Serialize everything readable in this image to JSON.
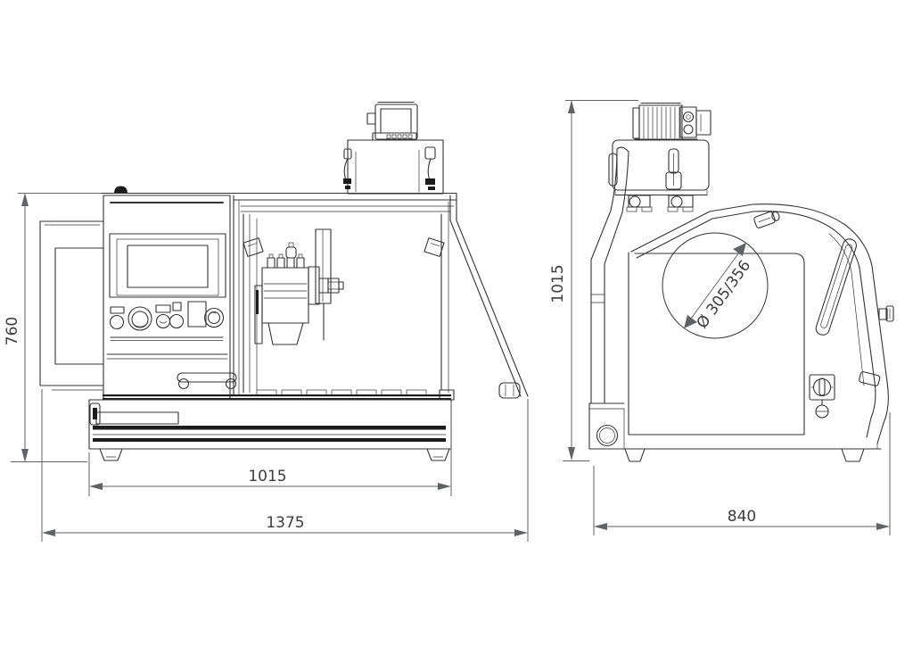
{
  "front_view": {
    "height_label": "760",
    "base_width_label": "1015",
    "overall_width_label": "1375"
  },
  "side_view": {
    "height_label": "1015",
    "depth_label": "840",
    "wheel_diameter_label": "Ø 305/356"
  },
  "colors": {
    "line": "#333333",
    "dimension": "#616265",
    "background": "#ffffff"
  }
}
